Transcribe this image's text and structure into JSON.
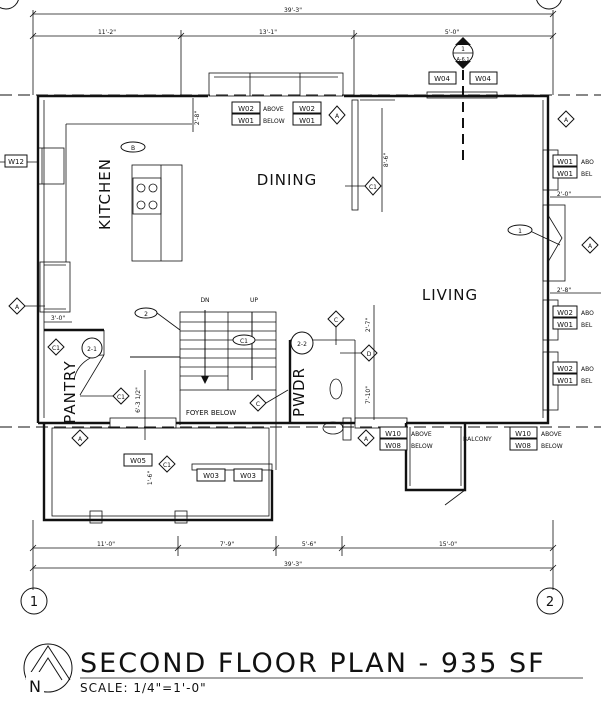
{
  "title": "SECOND FLOOR PLAN - 935 SF",
  "scale": "SCALE: 1/4\"=1'-0\"",
  "north_label": "N",
  "grid": {
    "left": "1",
    "right": "2"
  },
  "rooms": {
    "kitchen": "KITCHEN",
    "dining": "DINING",
    "living": "LIVING",
    "pantry": "PANTRY",
    "pwdr": "PWDR",
    "foyer": "FOYER BELOW",
    "balcony": "BALCONY"
  },
  "stairs": {
    "down": "DN",
    "up": "UP"
  },
  "dimensions": {
    "top_total": "39'-3\"",
    "top_a": "11'-2\"",
    "top_b": "13'-1\"",
    "top_c": "5'-0\"",
    "bottom_a": "11'-0\"",
    "bottom_b": "7'-9\"",
    "bottom_c": "5'-6\"",
    "bottom_d": "15'-0\"",
    "bottom_total": "39'-3\"",
    "d_2_8": "2'-8\"",
    "d_8_6": "8'-6\"",
    "d_2_0a": "2'-0\"",
    "d_2_8b": "2'-8\"",
    "d_3_0": "3'-0\"",
    "d_2_7": "2'-7\"",
    "d_7_10": "7'-10\"",
    "d_6_3": "6'-3 1/2\"",
    "d_1_6": "1'-6\""
  },
  "windows": {
    "w02": "W02",
    "w01": "W01",
    "w04": "W04",
    "w12": "W12",
    "w05": "W05",
    "w03": "W03",
    "w10": "W10",
    "w08": "W08",
    "above": "ABOVE",
    "below": "BELOW",
    "abo_cut": "ABO",
    "bel_cut": "BEL"
  },
  "tags": {
    "a": "A",
    "b": "B",
    "c": "C",
    "c1": "C1",
    "d": "D",
    "n1": "1",
    "n2": "2",
    "t21": "2-1",
    "t22": "2-2",
    "a_6_1": "A-6.1"
  }
}
